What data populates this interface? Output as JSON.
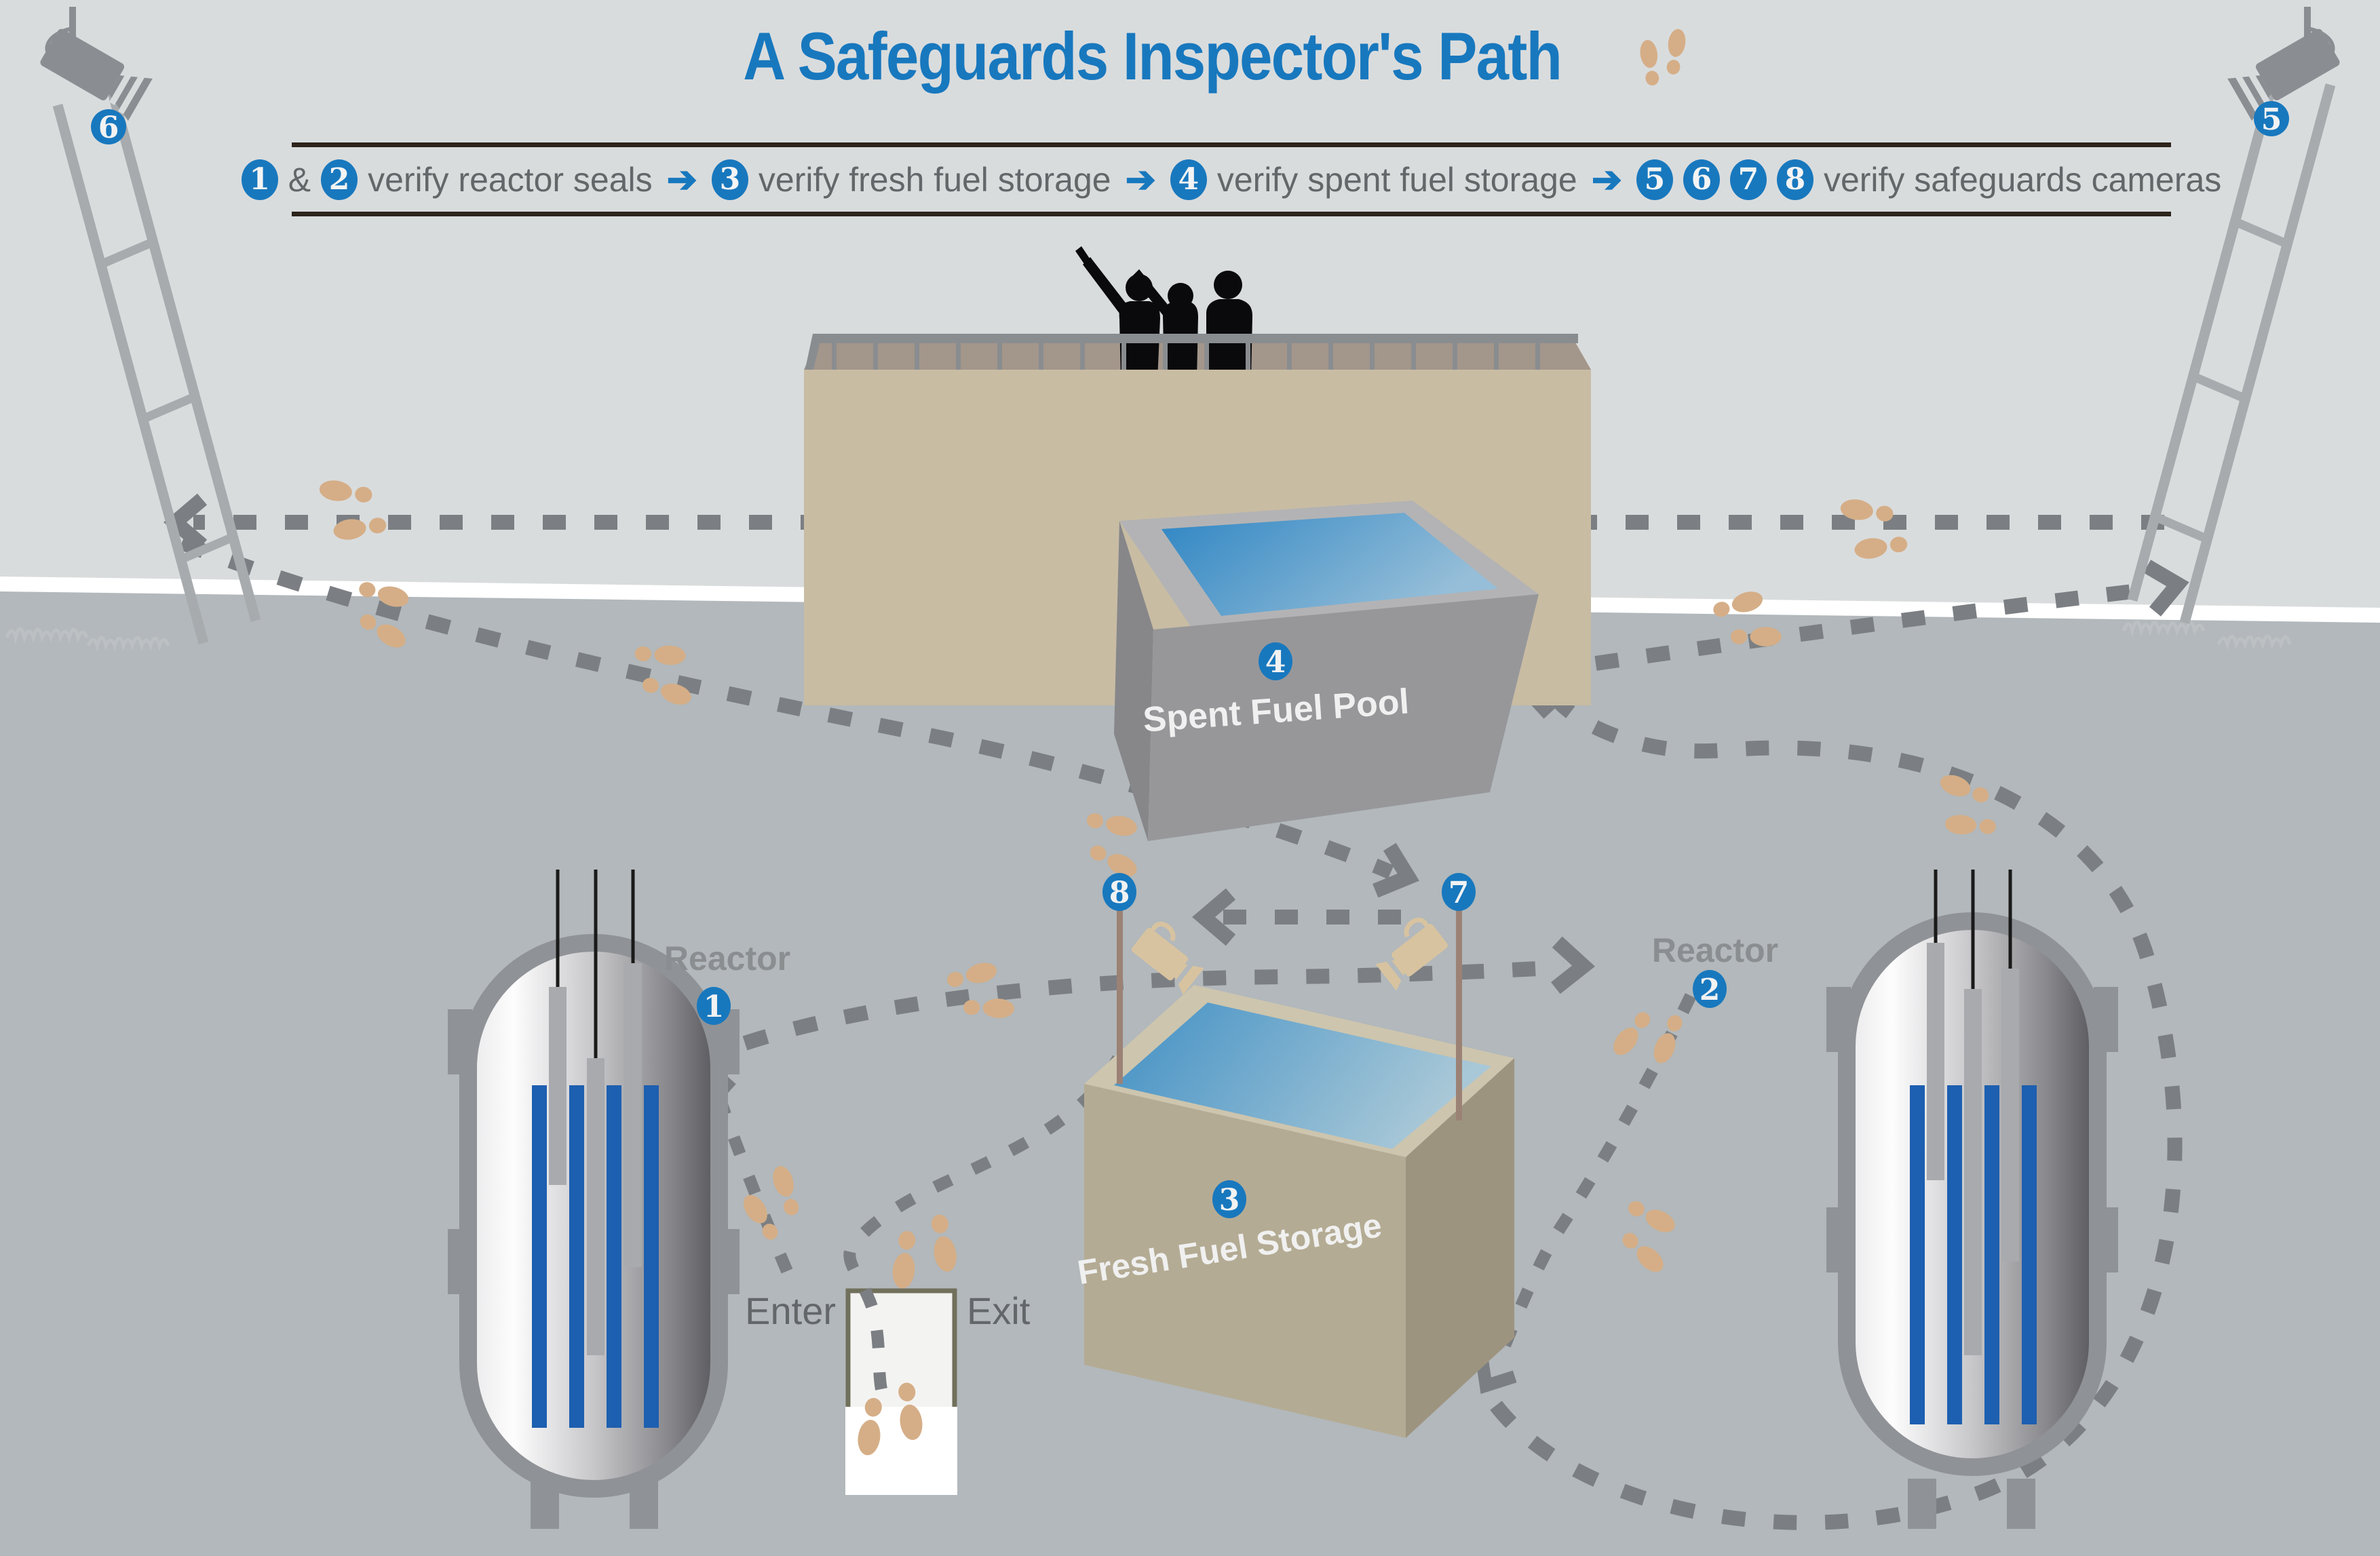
{
  "title": "A Safeguards Inspector's Path",
  "legend_tokens": [
    {
      "t": "badge",
      "v": "1"
    },
    {
      "t": "text",
      "v": "&"
    },
    {
      "t": "badge",
      "v": "2"
    },
    {
      "t": "text",
      "v": "verify reactor seals"
    },
    {
      "t": "arrow",
      "v": "➔"
    },
    {
      "t": "badge",
      "v": "3"
    },
    {
      "t": "text",
      "v": "verify fresh fuel storage"
    },
    {
      "t": "arrow",
      "v": "➔"
    },
    {
      "t": "badge",
      "v": "4"
    },
    {
      "t": "text",
      "v": "verify spent fuel storage"
    },
    {
      "t": "arrow",
      "v": "➔"
    },
    {
      "t": "badge",
      "v": "5"
    },
    {
      "t": "badge",
      "v": "6"
    },
    {
      "t": "badge",
      "v": "7"
    },
    {
      "t": "badge",
      "v": "8"
    },
    {
      "t": "text",
      "v": "verify safeguards cameras"
    }
  ],
  "labels": {
    "reactor1": "Reactor",
    "reactor2": "Reactor",
    "spent_fuel_pool": "Spent Fuel Pool",
    "fresh_fuel_storage": "Fresh Fuel Storage",
    "enter": "Enter",
    "exit": "Exit"
  },
  "badges": {
    "reactor1": "1",
    "reactor2": "2",
    "fresh_fuel": "3",
    "spent_fuel": "4",
    "camera5": "5",
    "camera6": "6",
    "camera7": "7",
    "camera8": "8"
  },
  "colors": {
    "accent_blue": "#1878be",
    "path_gray": "#7b7f83",
    "footprint_tan": "#d5ae87",
    "floor_upper": "#d9dcdd",
    "floor_lower": "#b2b8bb",
    "platform_tan": "#c8bca3",
    "pool_gray": "#97979a",
    "box_tan": "#b4ab94",
    "water_blue": "#3a8cc7",
    "title_blue": "#1878be",
    "rule_dark": "#2e241b",
    "text_gray": "#63676a"
  }
}
